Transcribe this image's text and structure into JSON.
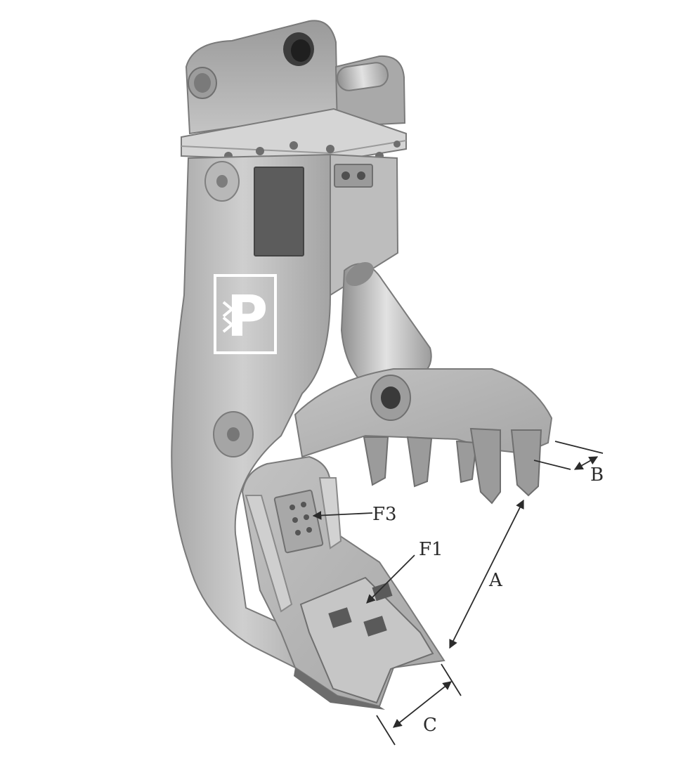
{
  "logo": {
    "letter": "P"
  },
  "callouts": {
    "a": "A",
    "b": "B",
    "c": "C",
    "f1": "F1",
    "f3": "F3"
  },
  "colors": {
    "steel_light": "#c9c9c9",
    "steel_mid": "#b3b3b3",
    "steel_dark": "#8c8c8c",
    "steel_shadow": "#6f6f6f",
    "line": "#2b2b2b"
  }
}
